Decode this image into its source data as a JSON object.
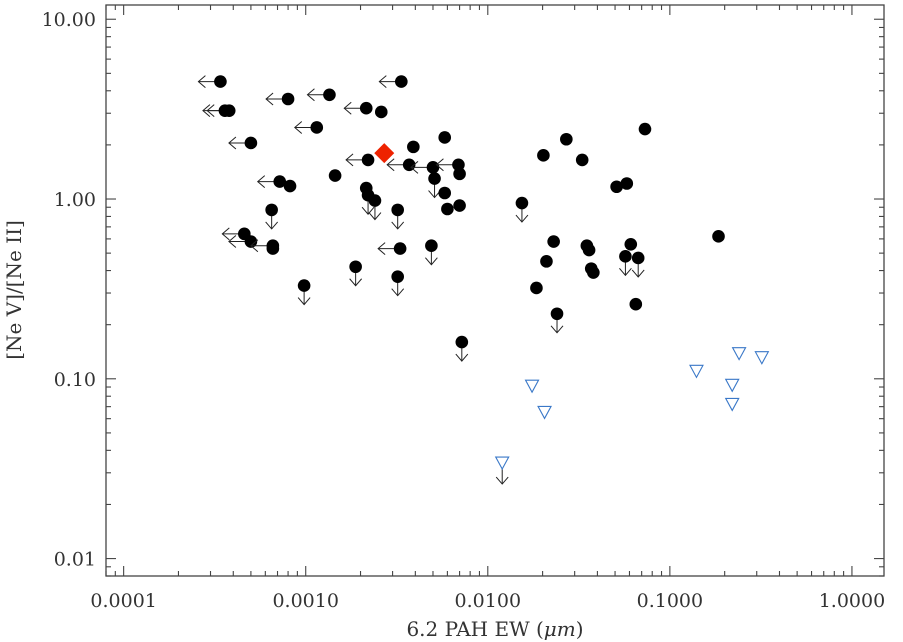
{
  "chart_data": {
    "type": "scatter",
    "title": "",
    "xlabel_prefix": "6.2 PAH EW (",
    "xlabel_unit": "μm",
    "xlabel_suffix": ")",
    "ylabel": "[Ne V]/[Ne II]",
    "xscale": "log",
    "yscale": "log",
    "xlim": [
      8e-05,
      1.5
    ],
    "ylim": [
      0.008,
      12
    ],
    "grid": false,
    "x_ticks": [
      0.0001,
      0.001,
      0.01,
      0.1,
      1.0
    ],
    "x_tick_labels": [
      "0.0001",
      "0.0010",
      "0.0100",
      "0.1000",
      "1.0000"
    ],
    "y_ticks": [
      0.01,
      0.1,
      1.0,
      10.0
    ],
    "y_tick_labels": [
      "0.01",
      "0.10",
      "1.00",
      "10.00"
    ],
    "colors": {
      "dots": "#000000",
      "special": "#ee2200",
      "triangles": "#3a78c8",
      "axis": "#444444"
    },
    "series": [
      {
        "marker": "filled-circle",
        "points": [
          {
            "x": 0.00034,
            "y": 4.5,
            "left": true
          },
          {
            "x": 0.00038,
            "y": 3.1,
            "left": true
          },
          {
            "x": 0.00036,
            "y": 3.1,
            "left": true
          },
          {
            "x": 0.0008,
            "y": 3.6,
            "left": true
          },
          {
            "x": 0.00135,
            "y": 3.8,
            "left": true
          },
          {
            "x": 0.00215,
            "y": 3.2,
            "left": true
          },
          {
            "x": 0.0026,
            "y": 3.05
          },
          {
            "x": 0.00335,
            "y": 4.5,
            "left": true
          },
          {
            "x": 0.00115,
            "y": 2.5,
            "left": true
          },
          {
            "x": 0.0005,
            "y": 2.05,
            "left": true
          },
          {
            "x": 0.0022,
            "y": 1.65,
            "left": true
          },
          {
            "x": 0.0039,
            "y": 1.95
          },
          {
            "x": 0.0058,
            "y": 2.2
          },
          {
            "x": 0.00145,
            "y": 1.35
          },
          {
            "x": 0.0037,
            "y": 1.55,
            "left": true
          },
          {
            "x": 0.005,
            "y": 1.5,
            "left": true
          },
          {
            "x": 0.0069,
            "y": 1.55,
            "left": true
          },
          {
            "x": 0.007,
            "y": 1.38
          },
          {
            "x": 0.0051,
            "y": 1.3,
            "down": true
          },
          {
            "x": 0.00072,
            "y": 1.25,
            "left": true
          },
          {
            "x": 0.00082,
            "y": 1.18
          },
          {
            "x": 0.00215,
            "y": 1.15
          },
          {
            "x": 0.0022,
            "y": 1.05,
            "down": true
          },
          {
            "x": 0.0058,
            "y": 1.08
          },
          {
            "x": 0.0024,
            "y": 0.98,
            "down": true
          },
          {
            "x": 0.006,
            "y": 0.88
          },
          {
            "x": 0.007,
            "y": 0.92
          },
          {
            "x": 0.0032,
            "y": 0.87,
            "down": true
          },
          {
            "x": 0.00065,
            "y": 0.87,
            "down": true
          },
          {
            "x": 0.00046,
            "y": 0.64,
            "left": true
          },
          {
            "x": 0.0005,
            "y": 0.58,
            "left": true
          },
          {
            "x": 0.00066,
            "y": 0.55,
            "left": true
          },
          {
            "x": 0.00066,
            "y": 0.53
          },
          {
            "x": 0.0049,
            "y": 0.55,
            "down": true
          },
          {
            "x": 0.0033,
            "y": 0.53,
            "left": true
          },
          {
            "x": 0.00188,
            "y": 0.42,
            "down": true
          },
          {
            "x": 0.0032,
            "y": 0.37,
            "down": true
          },
          {
            "x": 0.00098,
            "y": 0.33,
            "down": true
          },
          {
            "x": 0.0072,
            "y": 0.16,
            "down": true
          },
          {
            "x": 0.0154,
            "y": 0.95,
            "down": true
          },
          {
            "x": 0.0202,
            "y": 1.75
          },
          {
            "x": 0.027,
            "y": 2.15
          },
          {
            "x": 0.033,
            "y": 1.65
          },
          {
            "x": 0.073,
            "y": 2.45
          },
          {
            "x": 0.051,
            "y": 1.17
          },
          {
            "x": 0.058,
            "y": 1.22
          },
          {
            "x": 0.023,
            "y": 0.58
          },
          {
            "x": 0.021,
            "y": 0.45
          },
          {
            "x": 0.0185,
            "y": 0.32
          },
          {
            "x": 0.024,
            "y": 0.23,
            "down": true
          },
          {
            "x": 0.035,
            "y": 0.55
          },
          {
            "x": 0.036,
            "y": 0.52
          },
          {
            "x": 0.037,
            "y": 0.41
          },
          {
            "x": 0.038,
            "y": 0.39
          },
          {
            "x": 0.057,
            "y": 0.48,
            "down": true
          },
          {
            "x": 0.061,
            "y": 0.56
          },
          {
            "x": 0.067,
            "y": 0.47,
            "down": true
          },
          {
            "x": 0.065,
            "y": 0.26
          },
          {
            "x": 0.185,
            "y": 0.62
          }
        ]
      },
      {
        "marker": "diamond",
        "points": [
          {
            "x": 0.0027,
            "y": 1.8
          }
        ]
      },
      {
        "marker": "open-triangle-down",
        "points": [
          {
            "x": 0.0175,
            "y": 0.091
          },
          {
            "x": 0.0205,
            "y": 0.065
          },
          {
            "x": 0.012,
            "y": 0.034,
            "down": true
          },
          {
            "x": 0.14,
            "y": 0.11
          },
          {
            "x": 0.22,
            "y": 0.092
          },
          {
            "x": 0.22,
            "y": 0.072
          },
          {
            "x": 0.24,
            "y": 0.138
          },
          {
            "x": 0.32,
            "y": 0.131
          }
        ]
      }
    ]
  }
}
